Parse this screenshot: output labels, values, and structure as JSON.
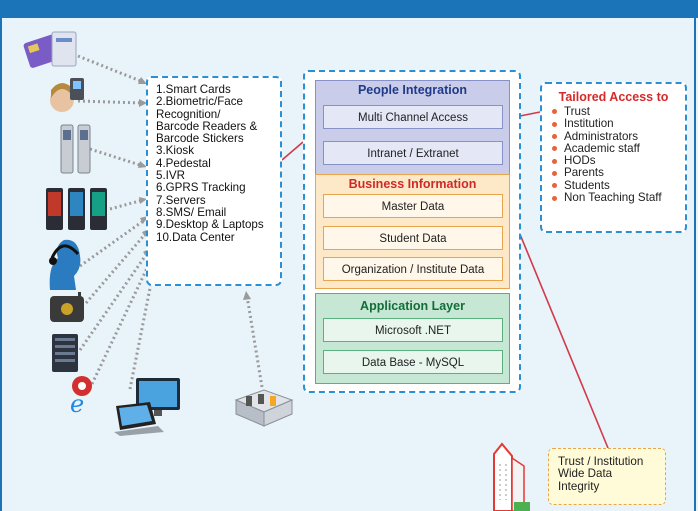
{
  "devices": {
    "items": [
      "1.Smart Cards",
      "2.Biometric/Face",
      "Recognition/",
      "Barcode Readers &",
      "Barcode Stickers",
      "3.Kiosk",
      "4.Pedestal",
      "5.IVR",
      "6.GPRS Tracking",
      "7.Servers",
      "8.SMS/ Email",
      "9.Desktop & Laptops",
      "10.Data Center"
    ]
  },
  "stack": {
    "people": {
      "title": "People Integration",
      "items": [
        "Multi Channel Access",
        "Intranet / Extranet"
      ]
    },
    "business": {
      "title": "Business Information",
      "items": [
        "Master Data",
        "Student Data",
        "Organization / Institute Data"
      ]
    },
    "application": {
      "title": "Application Layer",
      "items": [
        "Microsoft .NET",
        "Data Base - MySQL"
      ]
    }
  },
  "access": {
    "title": "Tailored Access to",
    "items": [
      "Trust",
      "Institution",
      "Administrators",
      "Academic staff",
      "HODs",
      "Parents",
      "Students",
      "Non Teaching Staff"
    ]
  },
  "integrity": {
    "lines": [
      "Trust / Institution",
      "Wide Data",
      "Integrity"
    ]
  },
  "colors": {
    "header": "#1b74b7",
    "dash_border": "#2b8fd4",
    "connector": "#d23a4a",
    "accent_red": "#d62a2a"
  },
  "icons": [
    "smart-card-icon",
    "face-recognition-icon",
    "kiosk-icon",
    "pedestal-icon",
    "ivr-headset-icon",
    "gprs-tracker-icon",
    "server-icon",
    "browser-icon",
    "laptop-desktop-icon",
    "data-center-icon",
    "building-icon"
  ]
}
